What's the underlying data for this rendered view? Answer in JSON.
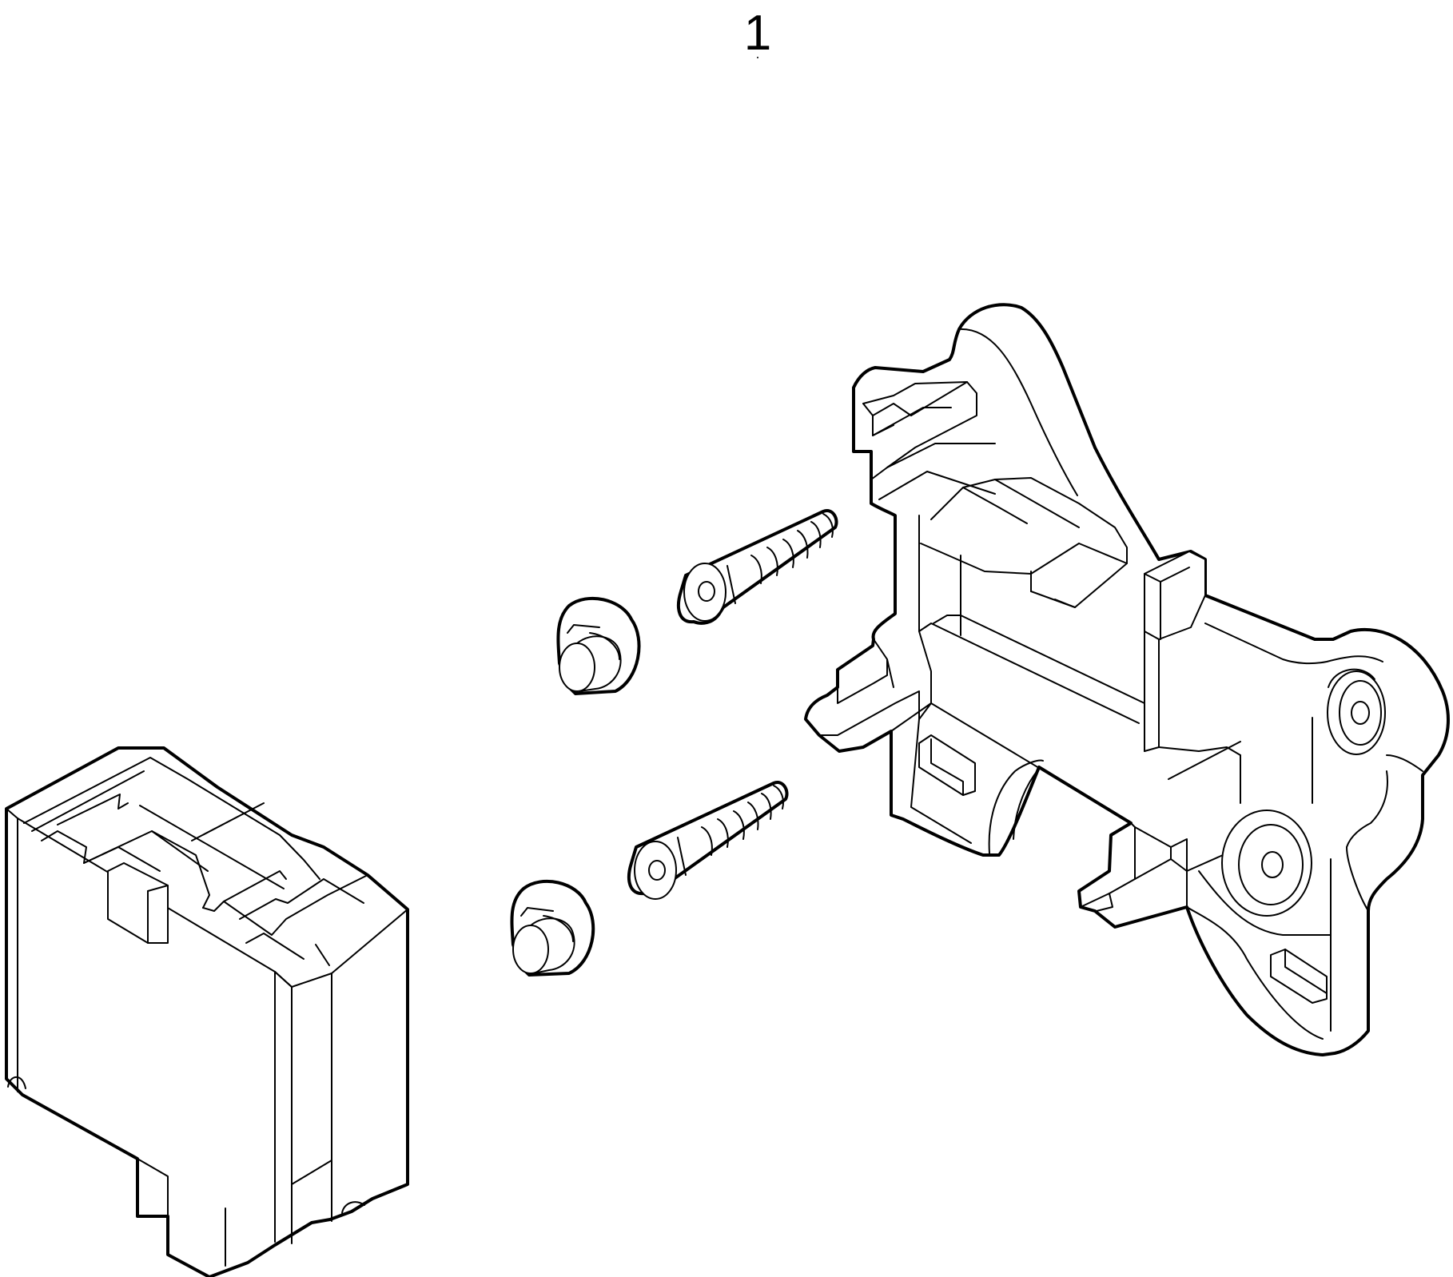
{
  "diagram": {
    "callout_label": "1",
    "colors": {
      "line": "#000000",
      "background": "#ffffff"
    },
    "parts": [
      {
        "id": "module",
        "kind": "control-module"
      },
      {
        "id": "grommet-1",
        "kind": "grommet"
      },
      {
        "id": "grommet-2",
        "kind": "grommet"
      },
      {
        "id": "screw-1",
        "kind": "screw"
      },
      {
        "id": "screw-2",
        "kind": "screw"
      },
      {
        "id": "bracket",
        "kind": "mounting-bracket"
      }
    ]
  }
}
